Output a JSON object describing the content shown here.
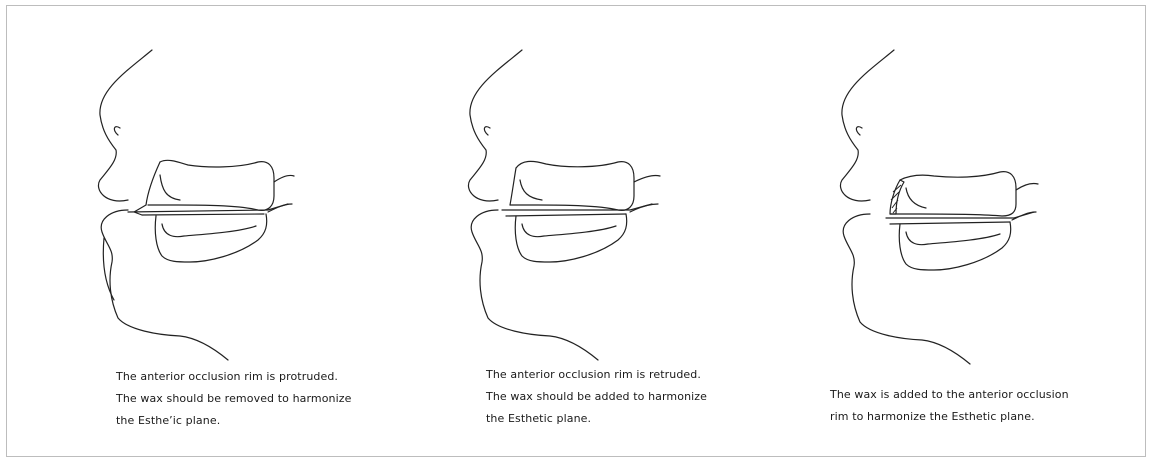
{
  "figure": {
    "panels": [
      {
        "id": "protruded",
        "caption_lines": [
          "The anterior occlusion rim is protruded.",
          "The wax should be removed to harmonize",
          "the Esthe’ic plane."
        ]
      },
      {
        "id": "retruded",
        "caption_lines": [
          "The anterior occlusion rim is retruded.",
          "The wax should be added to harmonize",
          "the Esthetic plane."
        ]
      },
      {
        "id": "corrected",
        "caption_lines": [
          "The wax is added to the anterior occlusion",
          "rim to harmonize the Esthetic plane."
        ]
      }
    ],
    "colors": {
      "line": "#222222",
      "frame": "#bdbdbd",
      "background": "#ffffff"
    }
  }
}
